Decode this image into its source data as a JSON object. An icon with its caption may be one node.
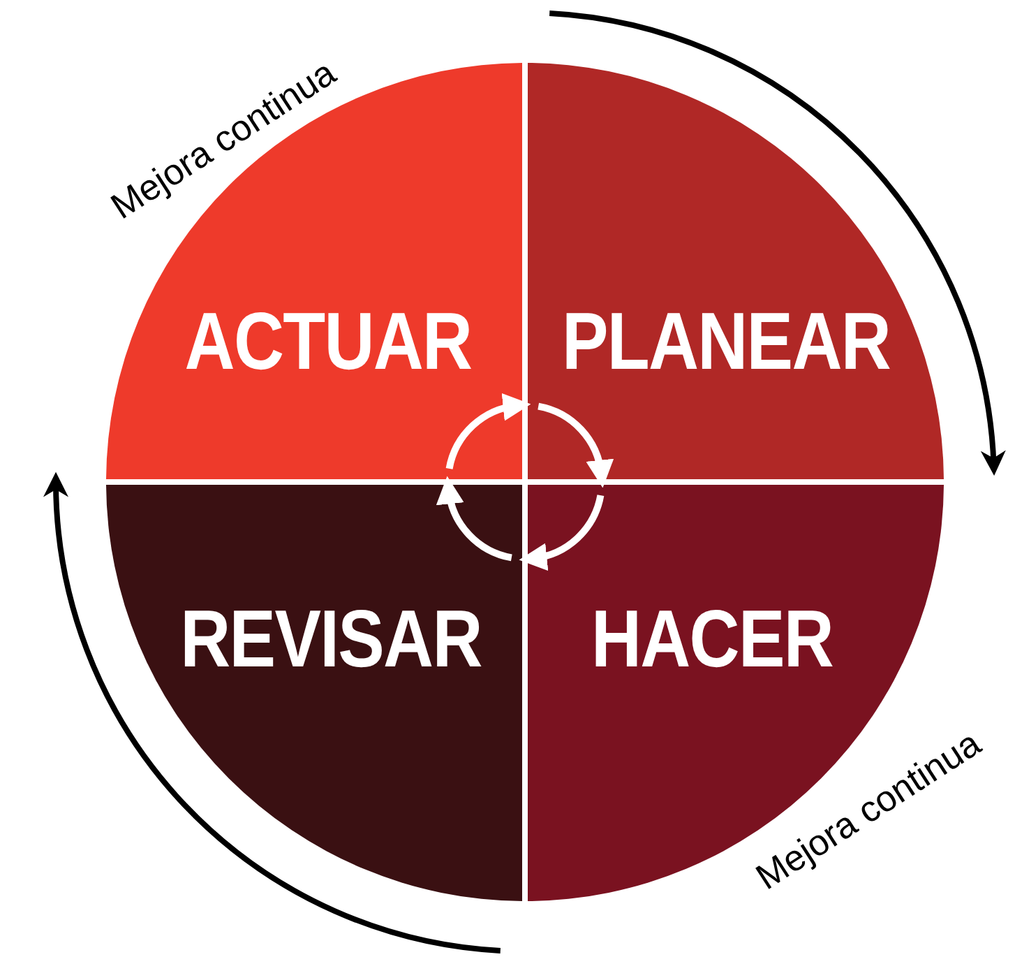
{
  "diagram": {
    "nodes": [
      {
        "text": [
          "ACTUAR"
        ]
      },
      {
        "text": [
          "PLANEAR"
        ]
      },
      {
        "text": [
          "REVISAR"
        ]
      },
      {
        "text": [
          "HACER"
        ]
      }
    ],
    "edges": [
      {
        "from": 0,
        "to": 1,
        "arrow": "to"
      },
      {
        "from": 1,
        "to": 3,
        "arrow": "to"
      },
      {
        "from": 3,
        "to": 2,
        "arrow": "to"
      },
      {
        "from": 2,
        "to": 0,
        "arrow": "to"
      }
    ],
    "labels": [
      "Mejora continua",
      "Mejora continua"
    ]
  }
}
